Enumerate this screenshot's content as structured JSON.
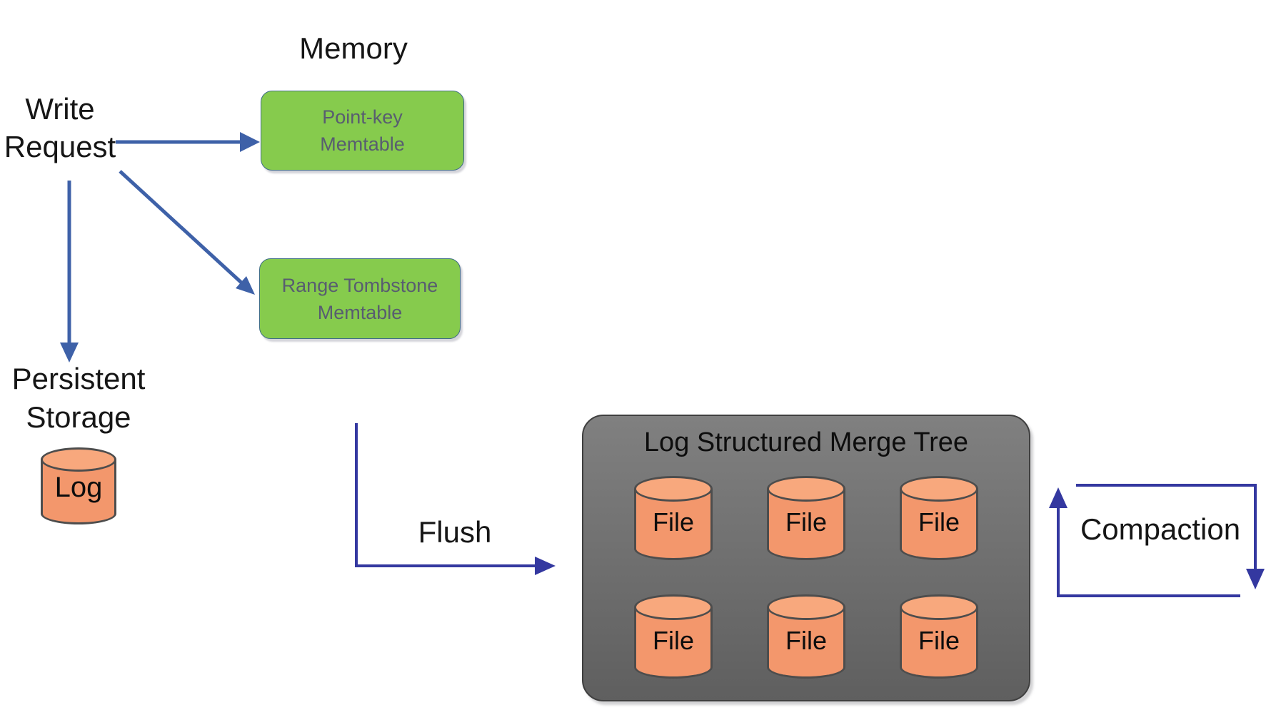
{
  "labels": {
    "memory": "Memory",
    "write_request_line1": "Write",
    "write_request_line2": "Request",
    "persistent_line1": "Persistent",
    "persistent_line2": "Storage",
    "log": "Log",
    "flush": "Flush",
    "compaction": "Compaction"
  },
  "memtables": [
    {
      "line1": "Point-key",
      "line2": "Memtable"
    },
    {
      "line1": "Range Tombstone",
      "line2": "Memtable"
    }
  ],
  "lsm": {
    "title": "Log Structured Merge Tree",
    "files": [
      "File",
      "File",
      "File",
      "File",
      "File",
      "File"
    ]
  },
  "edges": [
    {
      "from": "Write Request",
      "to": "Point-key Memtable"
    },
    {
      "from": "Write Request",
      "to": "Range Tombstone Memtable"
    },
    {
      "from": "Write Request",
      "to": "Persistent Storage Log"
    },
    {
      "from": "Memtables",
      "to": "Log Structured Merge Tree",
      "label": "Flush"
    },
    {
      "from": "Log Structured Merge Tree",
      "to": "Log Structured Merge Tree",
      "label": "Compaction"
    }
  ],
  "colors": {
    "write_arrow": "#3E61A8",
    "flow_arrow": "#3438A0",
    "memtable_fill": "#86CB4D",
    "memtable_border": "#3F6E86",
    "memtable_text": "#585D70",
    "lsm_fill_top": "#808080",
    "lsm_fill_bottom": "#5F5F5F",
    "lsm_border": "#3F3F3F",
    "cylinder_fill": "#F3976C",
    "cylinder_top_fill": "#F8A87D",
    "cylinder_border": "#4D4D4D"
  }
}
